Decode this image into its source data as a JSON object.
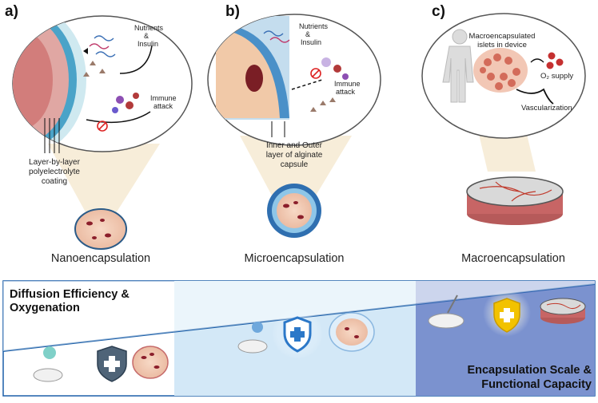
{
  "panels": [
    {
      "letter": "a)",
      "caption": "Nanoencapsulation",
      "nutrients": [
        "Nutrients",
        "&",
        "Insulin"
      ],
      "immune": [
        "Immune",
        "attack"
      ],
      "coating": [
        "Layer-by-layer",
        "polyelectrolyte",
        "coating"
      ]
    },
    {
      "letter": "b)",
      "caption": "Microencapsulation",
      "nutrients": [
        "Nutrients",
        "&",
        "Insulin"
      ],
      "immune": [
        "Immune",
        "attack"
      ],
      "capsule": [
        "Inner and Outer",
        "layer of alginate",
        "capsule"
      ]
    },
    {
      "letter": "c)",
      "caption": "Macroencapsulation",
      "islets": [
        "Macroencapsulated",
        "islets in device"
      ],
      "o2": "O₂ supply",
      "vascular": "Vascularization"
    }
  ],
  "bottom": {
    "left_label": [
      "Diffusion Efficiency &",
      "Oxygenation"
    ],
    "right_label": [
      "Encapsulation Scale &",
      "Functional Capacity"
    ],
    "colors": {
      "band1": "#ffffff",
      "band2": "#cfe6f6",
      "band3": "#8ea3d8",
      "triangle": "#1c5fa8"
    }
  }
}
